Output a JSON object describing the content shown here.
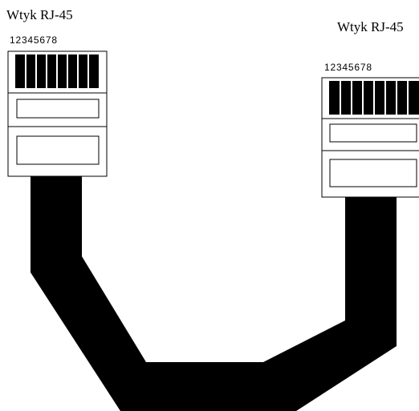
{
  "left_connector": {
    "title": "Wtyk RJ-45",
    "pin_numbers": "12345678"
  },
  "right_connector": {
    "title": "Wtyk RJ-45",
    "pin_numbers": "12345678"
  },
  "colors": {
    "cable": "#000000",
    "plug_body": "#ffffff",
    "outline": "#000000",
    "contacts": "#000000"
  }
}
